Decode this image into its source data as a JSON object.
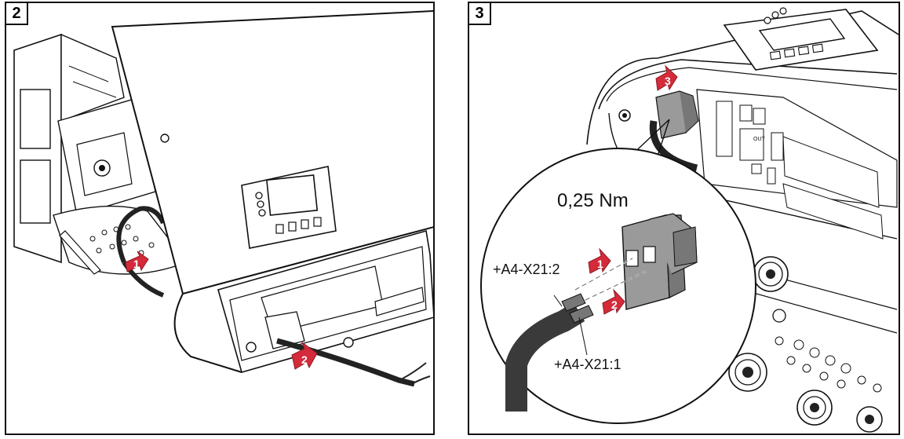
{
  "steps": [
    {
      "number": "2"
    },
    {
      "number": "3"
    }
  ],
  "step2": {
    "arrow_labels": [
      "1",
      "2"
    ]
  },
  "step3": {
    "arrow_labels": [
      "3",
      "1",
      "2"
    ],
    "torque": "0,25 Nm",
    "wire_labels": [
      "+A4-X21:2",
      "+A4-X21:1"
    ]
  },
  "colors": {
    "arrow": "#d42a3a",
    "arrow_dark": "#8e1c27",
    "connector": "#9a9a9a",
    "connector_dark": "#777777",
    "cable": "#3a3a3a",
    "line": "#111111"
  }
}
